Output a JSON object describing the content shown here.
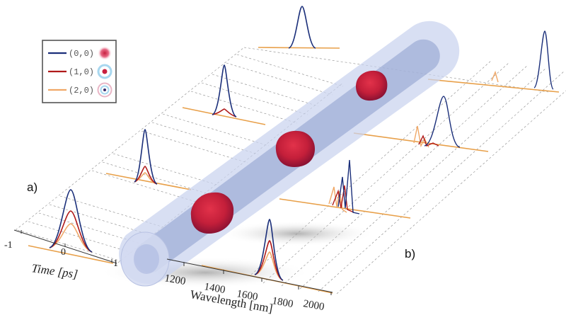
{
  "panel_labels": {
    "a": "a)",
    "b": "b)"
  },
  "legend": {
    "entries": [
      {
        "label": "(0,0)",
        "color": "#1b2f7a",
        "mode_icon": "gaussian-spot-icon"
      },
      {
        "label": "(1,0)",
        "color": "#b01a1a",
        "mode_icon": "ring-with-center-icon"
      },
      {
        "label": "(2,0)",
        "color": "#f0a868",
        "mode_icon": "double-ring-icon"
      }
    ]
  },
  "time_axis": {
    "label": "Time [ps]",
    "ticks": [
      "-1",
      "0",
      "1"
    ]
  },
  "wavelength_axis": {
    "label": "Wavelength [nm]",
    "ticks": [
      "1200",
      "1400",
      "1600",
      "1800",
      "2000"
    ]
  },
  "colors": {
    "mode00": "#1b2f7a",
    "mode10": "#b01a1a",
    "mode20": "#f0a868",
    "fiber": "#c9d2ee",
    "core": "#8d9ccc",
    "pulse": "#c8283d"
  }
}
